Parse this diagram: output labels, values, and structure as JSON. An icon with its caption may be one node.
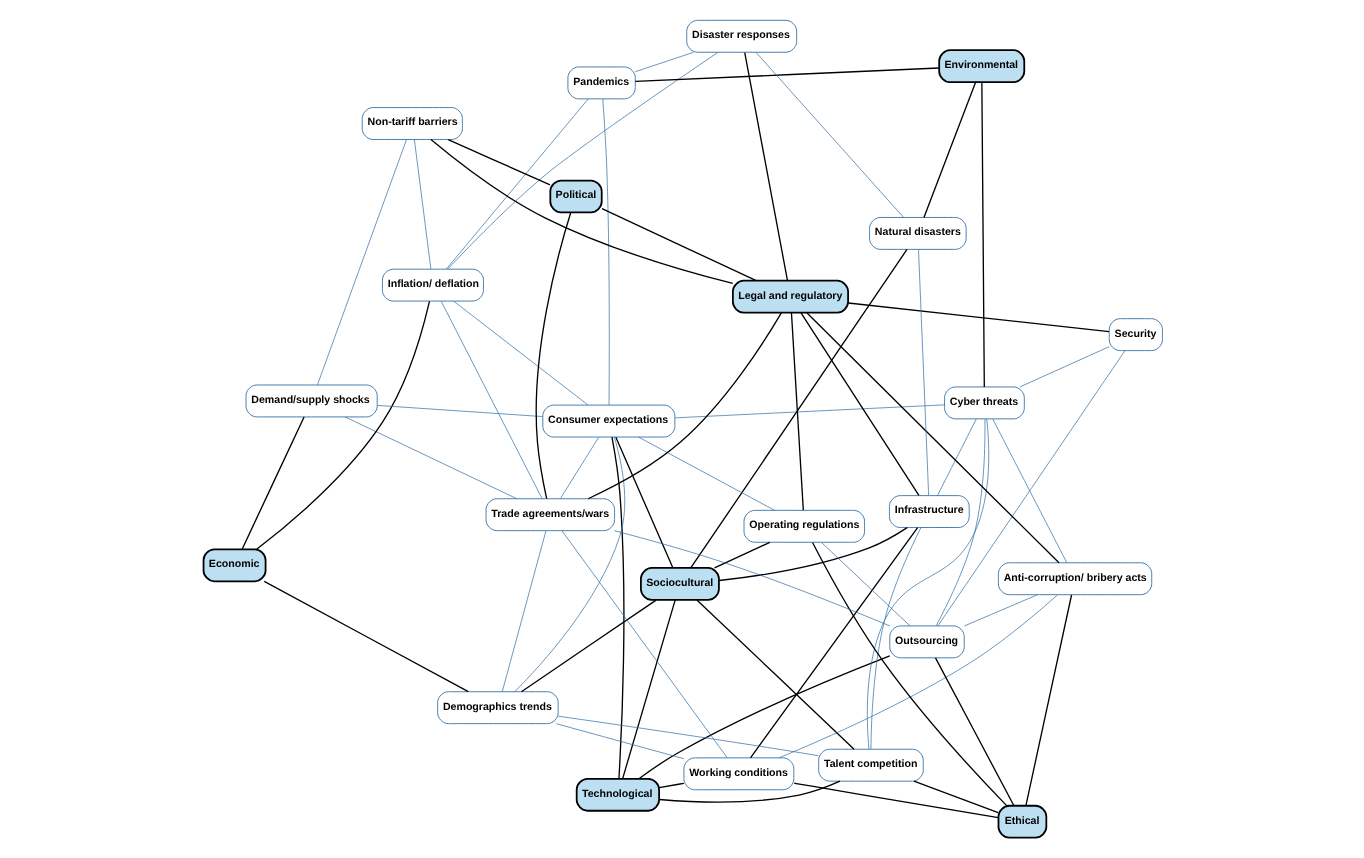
{
  "diagram": {
    "nodes": [
      {
        "text": [
          "Technological"
        ]
      },
      {
        "text": [
          "Sociocultural"
        ]
      },
      {
        "text": [
          "Demand/supply shocks"
        ]
      },
      {
        "text": [
          "Economic"
        ]
      },
      {
        "text": [
          "Working conditions"
        ]
      },
      {
        "text": [
          "Consumer expectations"
        ]
      },
      {
        "text": [
          "Demographics trends"
        ]
      },
      {
        "text": [
          "Talent competition"
        ]
      },
      {
        "text": [
          "Ethical"
        ]
      },
      {
        "text": [
          "Outsourcing"
        ]
      },
      {
        "text": [
          "Trade agreements/wars"
        ]
      },
      {
        "text": [
          "Security"
        ]
      },
      {
        "text": [
          "Cyber threats"
        ]
      },
      {
        "text": [
          "Anti-corruption/ bribery acts"
        ]
      },
      {
        "text": [
          "Inflation/ deflation"
        ]
      },
      {
        "text": [
          "Environmental"
        ]
      },
      {
        "text": [
          "Operating regulations"
        ]
      },
      {
        "text": [
          "Disaster responses"
        ]
      },
      {
        "text": [
          "Natural disasters"
        ]
      },
      {
        "text": [
          "Non-tariff barriers"
        ]
      },
      {
        "text": [
          "Pandemics"
        ]
      },
      {
        "text": [
          "Legal and regulatory"
        ]
      },
      {
        "text": [
          "Infrastructure"
        ]
      },
      {
        "text": [
          "Political"
        ]
      }
    ],
    "edges": [
      {
        "from": 0,
        "to": 1,
        "arrow": "none"
      },
      {
        "from": 0,
        "to": 9,
        "arrow": "none"
      },
      {
        "from": 0,
        "to": 4,
        "arrow": "none"
      },
      {
        "from": 0,
        "to": 7,
        "arrow": "none"
      },
      {
        "from": 0,
        "to": 5,
        "arrow": "none"
      },
      {
        "from": 1,
        "to": 6,
        "arrow": "none"
      },
      {
        "from": 1,
        "to": 7,
        "arrow": "none"
      },
      {
        "from": 1,
        "to": 5,
        "arrow": "none"
      },
      {
        "from": 1,
        "to": 18,
        "arrow": "none"
      },
      {
        "from": 1,
        "to": 22,
        "arrow": "none"
      },
      {
        "from": 1,
        "to": 16,
        "arrow": "none"
      },
      {
        "from": 2,
        "to": 3,
        "arrow": "none"
      },
      {
        "from": 3,
        "to": 6,
        "arrow": "none"
      },
      {
        "from": 3,
        "to": 14,
        "arrow": "none"
      },
      {
        "from": 4,
        "to": 22,
        "arrow": "none"
      },
      {
        "from": 4,
        "to": 8,
        "arrow": "none"
      },
      {
        "from": 7,
        "to": 8,
        "arrow": "none"
      },
      {
        "from": 9,
        "to": 8,
        "arrow": "none"
      },
      {
        "from": 8,
        "to": 16,
        "arrow": "none"
      },
      {
        "from": 8,
        "to": 13,
        "arrow": "none"
      },
      {
        "from": 12,
        "to": 15,
        "arrow": "none"
      },
      {
        "from": 15,
        "to": 18,
        "arrow": "none"
      },
      {
        "from": 15,
        "to": 20,
        "arrow": "none"
      },
      {
        "from": 11,
        "to": 21,
        "arrow": "none"
      },
      {
        "from": 10,
        "to": 21,
        "arrow": "none"
      },
      {
        "from": 10,
        "to": 23,
        "arrow": "none"
      },
      {
        "from": 13,
        "to": 21,
        "arrow": "none"
      },
      {
        "from": 16,
        "to": 21,
        "arrow": "none"
      },
      {
        "from": 17,
        "to": 21,
        "arrow": "none"
      },
      {
        "from": 19,
        "to": 21,
        "arrow": "none"
      },
      {
        "from": 21,
        "to": 23,
        "arrow": "none"
      },
      {
        "from": 19,
        "to": 23,
        "arrow": "none"
      },
      {
        "from": 22,
        "to": 21,
        "arrow": "none"
      },
      {
        "from": 4,
        "to": 6,
        "arrow": "none",
        "color": "#2e6da4"
      },
      {
        "from": 4,
        "to": 10,
        "arrow": "none",
        "color": "#2e6da4"
      },
      {
        "from": 4,
        "to": 13,
        "arrow": "none",
        "color": "#2e6da4"
      },
      {
        "from": 5,
        "to": 2,
        "arrow": "none",
        "color": "#2e6da4"
      },
      {
        "from": 5,
        "to": 6,
        "arrow": "none",
        "color": "#2e6da4"
      },
      {
        "from": 5,
        "to": 14,
        "arrow": "none",
        "color": "#2e6da4"
      },
      {
        "from": 5,
        "to": 12,
        "arrow": "none",
        "color": "#2e6da4"
      },
      {
        "from": 5,
        "to": 20,
        "arrow": "none",
        "color": "#2e6da4"
      },
      {
        "from": 5,
        "to": 16,
        "arrow": "none",
        "color": "#2e6da4"
      },
      {
        "from": 5,
        "to": 10,
        "arrow": "none",
        "color": "#2e6da4"
      },
      {
        "from": 7,
        "to": 6,
        "arrow": "none",
        "color": "#2e6da4"
      },
      {
        "from": 7,
        "to": 12,
        "arrow": "none",
        "color": "#2e6da4"
      },
      {
        "from": 7,
        "to": 22,
        "arrow": "none",
        "color": "#2e6da4"
      },
      {
        "from": 9,
        "to": 11,
        "arrow": "none",
        "color": "#2e6da4"
      },
      {
        "from": 9,
        "to": 10,
        "arrow": "none",
        "color": "#2e6da4"
      },
      {
        "from": 9,
        "to": 13,
        "arrow": "none",
        "color": "#2e6da4"
      },
      {
        "from": 9,
        "to": 12,
        "arrow": "none",
        "color": "#2e6da4"
      },
      {
        "from": 9,
        "to": 16,
        "arrow": "none",
        "color": "#2e6da4"
      },
      {
        "from": 2,
        "to": 10,
        "arrow": "none",
        "color": "#2e6da4"
      },
      {
        "from": 2,
        "to": 19,
        "arrow": "none",
        "color": "#2e6da4"
      },
      {
        "from": 6,
        "to": 10,
        "arrow": "none",
        "color": "#2e6da4"
      },
      {
        "from": 10,
        "to": 14,
        "arrow": "none",
        "color": "#2e6da4"
      },
      {
        "from": 11,
        "to": 12,
        "arrow": "none",
        "color": "#2e6da4"
      },
      {
        "from": 12,
        "to": 13,
        "arrow": "none",
        "color": "#2e6da4"
      },
      {
        "from": 12,
        "to": 22,
        "arrow": "none",
        "color": "#2e6da4"
      },
      {
        "from": 14,
        "to": 17,
        "arrow": "none",
        "color": "#2e6da4"
      },
      {
        "from": 14,
        "to": 19,
        "arrow": "none",
        "color": "#2e6da4"
      },
      {
        "from": 14,
        "to": 20,
        "arrow": "none",
        "color": "#2e6da4"
      },
      {
        "from": 17,
        "to": 18,
        "arrow": "none",
        "color": "#2e6da4"
      },
      {
        "from": 17,
        "to": 20,
        "arrow": "none",
        "color": "#2e6da4"
      },
      {
        "from": 18,
        "to": 22,
        "arrow": "none",
        "color": "#2e6da4"
      }
    ]
  }
}
